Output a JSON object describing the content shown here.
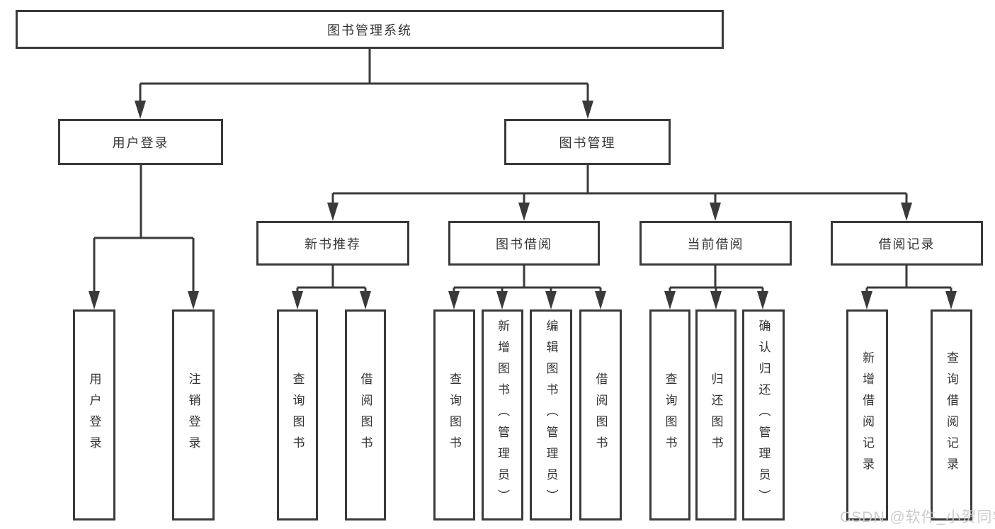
{
  "diagram": {
    "type": "tree",
    "tree": {
      "root": "图书管理系统",
      "user_login": {
        "label": "用户登录",
        "children": [
          "用户登录",
          "注销登录"
        ]
      },
      "book_mgmt": {
        "label": "图书管理",
        "sections": [
          {
            "label": "新书推荐",
            "children": [
              "查询图书",
              "借阅图书"
            ]
          },
          {
            "label": "图书借阅",
            "children": [
              "查询图书",
              "新增图书（管理员）",
              "编辑图书（管理员）",
              "借阅图书"
            ]
          },
          {
            "label": "当前借阅",
            "children": [
              "查询图书",
              "归还图书",
              "确认归还（管理员）"
            ]
          },
          {
            "label": "借阅记录",
            "children": [
              "新增借阅记录",
              "查询借阅记录"
            ]
          }
        ]
      }
    },
    "watermark": {
      "text": "CSDN @软件_小贺同学"
    },
    "colors": {
      "line": "#3a3a3a",
      "text": "#333333",
      "watermark": "#c9c9c9",
      "background": "#ffffff"
    }
  }
}
